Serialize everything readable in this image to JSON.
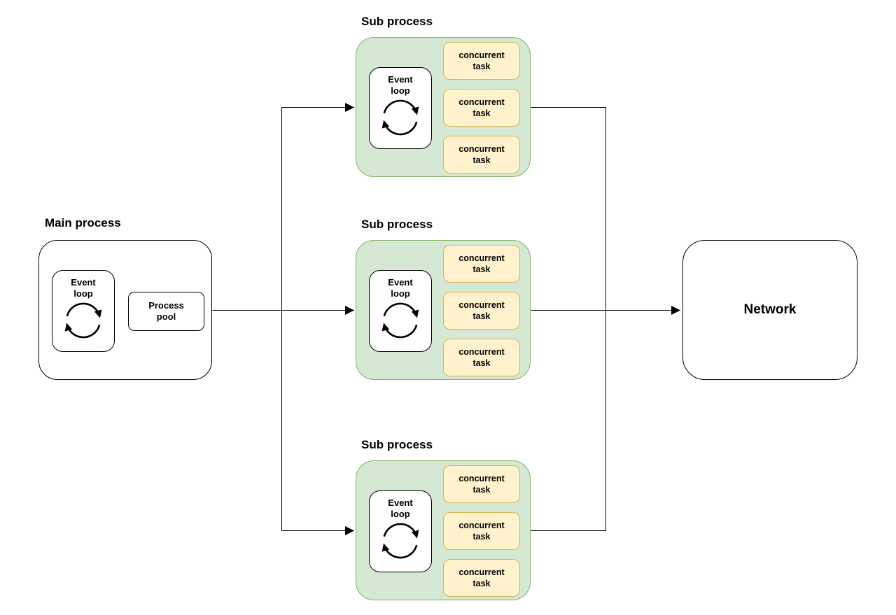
{
  "main_process": {
    "label": "Main process",
    "event_loop_label": "Event loop",
    "process_pool_label": "Process pool"
  },
  "sub_processes": [
    {
      "label": "Sub process",
      "event_loop_label": "Event loop",
      "tasks": [
        "concurrent task",
        "concurrent task",
        "concurrent task"
      ]
    },
    {
      "label": "Sub process",
      "event_loop_label": "Event loop",
      "tasks": [
        "concurrent task",
        "concurrent task",
        "concurrent task"
      ]
    },
    {
      "label": "Sub process",
      "event_loop_label": "Event loop",
      "tasks": [
        "concurrent task",
        "concurrent task",
        "concurrent task"
      ]
    }
  ],
  "network": {
    "label": "Network"
  },
  "colors": {
    "subprocess_fill": "#d5e8d4",
    "subprocess_border": "#82b366",
    "task_fill": "#fff2cc",
    "task_border": "#d6b656",
    "node_fill": "#ffffff",
    "node_border": "#000000",
    "connector": "#000000",
    "text": "#000000",
    "background": "#ffffff"
  }
}
